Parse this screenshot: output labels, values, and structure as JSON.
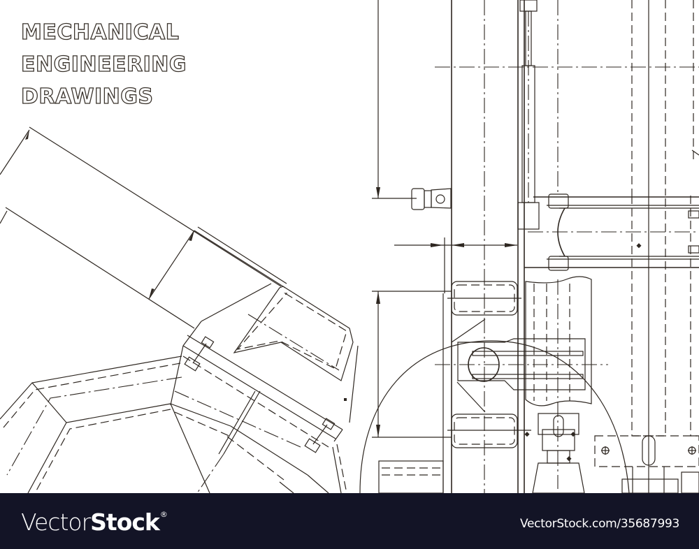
{
  "illustration": {
    "title_lines": [
      "MECHANICAL",
      "ENGINEERING",
      "DRAWINGS"
    ],
    "line_color": "#2e2721",
    "background_color": "#ffffff",
    "subject": "mechanical-engineering-technical-drawing"
  },
  "watermark": {
    "brand_light": "Vector",
    "brand_bold": "Stock",
    "registered_mark": "®",
    "url": "VectorStock.com/35687993",
    "background_color": "#131426",
    "text_color": "#ffffff"
  }
}
